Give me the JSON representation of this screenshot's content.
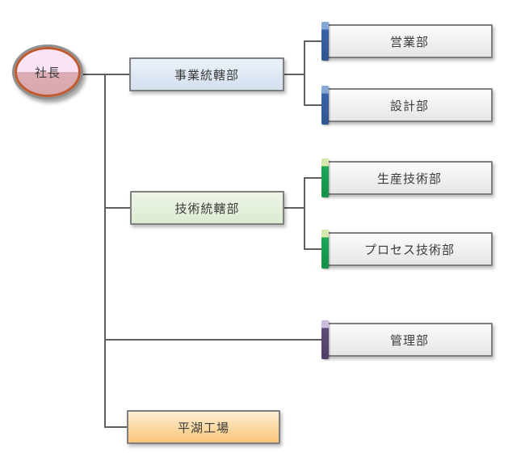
{
  "diagram": {
    "root": {
      "label": "社長",
      "children": [
        {
          "label": "事業統轄部",
          "children": [
            {
              "label": "営業部"
            },
            {
              "label": "設計部"
            }
          ]
        },
        {
          "label": "技術統轄部",
          "children": [
            {
              "label": "生産技術部"
            },
            {
              "label": "プロセス技術部"
            }
          ]
        },
        {
          "label": "管理部",
          "children": []
        },
        {
          "label": "平湖工場",
          "children": []
        }
      ]
    }
  },
  "colors": {
    "connector_line": "#5f5f5f",
    "box_border": "#7f7f7f",
    "division_blue_fill": "#dbe5f1",
    "division_green_fill": "#e2efd9",
    "plant_orange_fill": "#f9c479",
    "department_gray_fill": "#ececec",
    "accent_blue": "#3a64a8",
    "accent_green": "#1aa854",
    "accent_purple": "#5e4b7a",
    "president_ring_orange": "#c05a2e",
    "president_fill_top": "#fae3f4",
    "president_fill_bottom": "#d7a7ac",
    "text": "#3c3c3c"
  }
}
